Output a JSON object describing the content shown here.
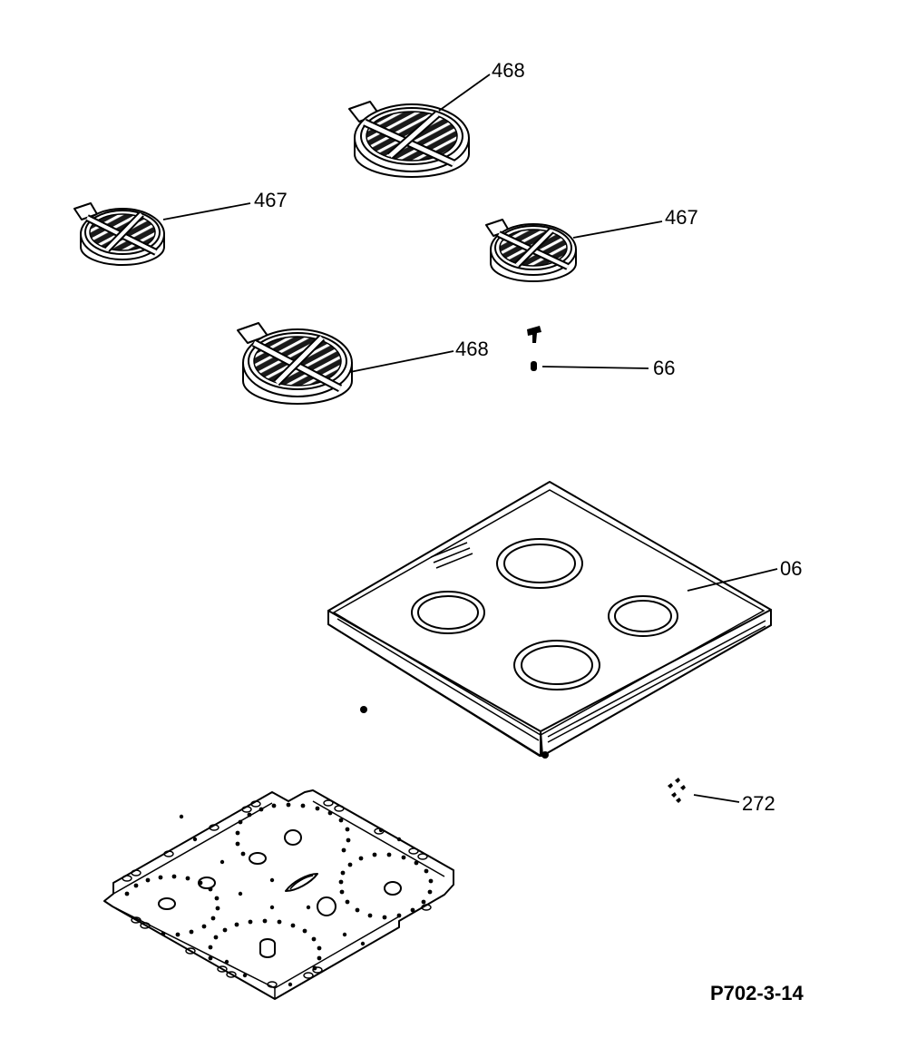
{
  "diagram": {
    "figure_id": "P702-3-14",
    "callouts": {
      "burner_large_top": "468",
      "burner_small_left": "467",
      "burner_small_right": "467",
      "burner_large_bottom": "468",
      "clip": "66",
      "cooktop": "06",
      "screws": "272"
    }
  },
  "colors": {
    "line": "#000000",
    "background": "#ffffff",
    "grate": "#1a1a1a"
  }
}
